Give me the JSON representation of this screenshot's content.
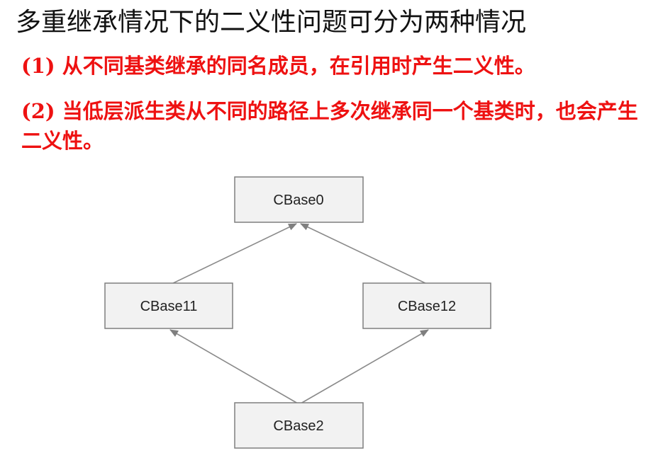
{
  "title": "多重继承情况下的二义性问题可分为两种情况",
  "points": [
    "(1) 从不同基类继承的同名成员，在引用时产生二义性。",
    "(2) 当低层派生类从不同的路径上多次继承同一个基类时，也会产生二义性。"
  ],
  "diagram": {
    "nodes": [
      "CBase0",
      "CBase11",
      "CBase12",
      "CBase2"
    ],
    "edges": [
      {
        "from": "CBase11",
        "to": "CBase0"
      },
      {
        "from": "CBase12",
        "to": "CBase0"
      },
      {
        "from": "CBase2",
        "to": "CBase11"
      },
      {
        "from": "CBase2",
        "to": "CBase12"
      }
    ],
    "colors": {
      "box_fill": "#f2f2f2",
      "box_border": "#7f7f7f",
      "arrow": "#7f7f7f",
      "point_text": "#ee1111"
    }
  }
}
